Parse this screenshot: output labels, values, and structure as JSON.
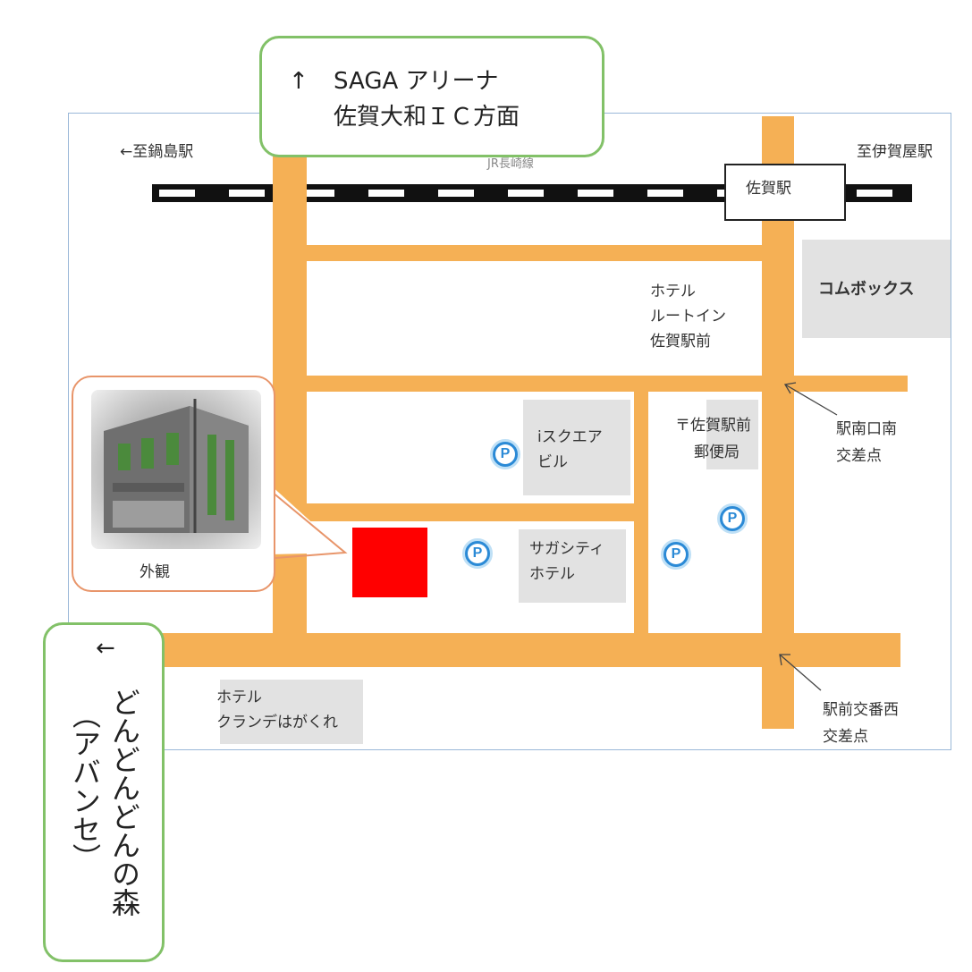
{
  "north_callout": {
    "arrow": "↑",
    "line1": "SAGA アリーナ",
    "line2": "佐賀大和ＩＣ方面"
  },
  "labels": {
    "to_nabeshima": "←至鍋島駅",
    "to_igaya": "至伊賀屋駅",
    "jr_line": "JR長崎線",
    "saga_station": "佐賀駅",
    "combox": "コムボックス",
    "hotel_routeinn": [
      "ホテル",
      "ルートイン",
      "佐賀駅前"
    ],
    "i_square": [
      "iスクエア",
      "ビル"
    ],
    "post_office": [
      "〒佐賀駅前",
      "郵便局"
    ],
    "saga_city_hotel": [
      "サガシティ",
      "ホテル"
    ],
    "hotel_grande": [
      "ホテル",
      "クランデはがくれ"
    ],
    "minami_guchi": [
      "駅南口南",
      "交差点"
    ],
    "ekimae_koban": [
      "駅前交番西",
      "交差点"
    ],
    "exterior": "外観"
  },
  "parking": {
    "symbol": "P"
  },
  "west_callout": {
    "arrow": "←",
    "line1": "どんどんどんの森",
    "line2": "（アバンセ）"
  },
  "colors": {
    "road": "#f5b055",
    "target": "#ff0000",
    "callout_border": "#82c168",
    "photo_border": "#e8956a",
    "parking": "#2b8ad6",
    "building": "#e2e2e2"
  }
}
